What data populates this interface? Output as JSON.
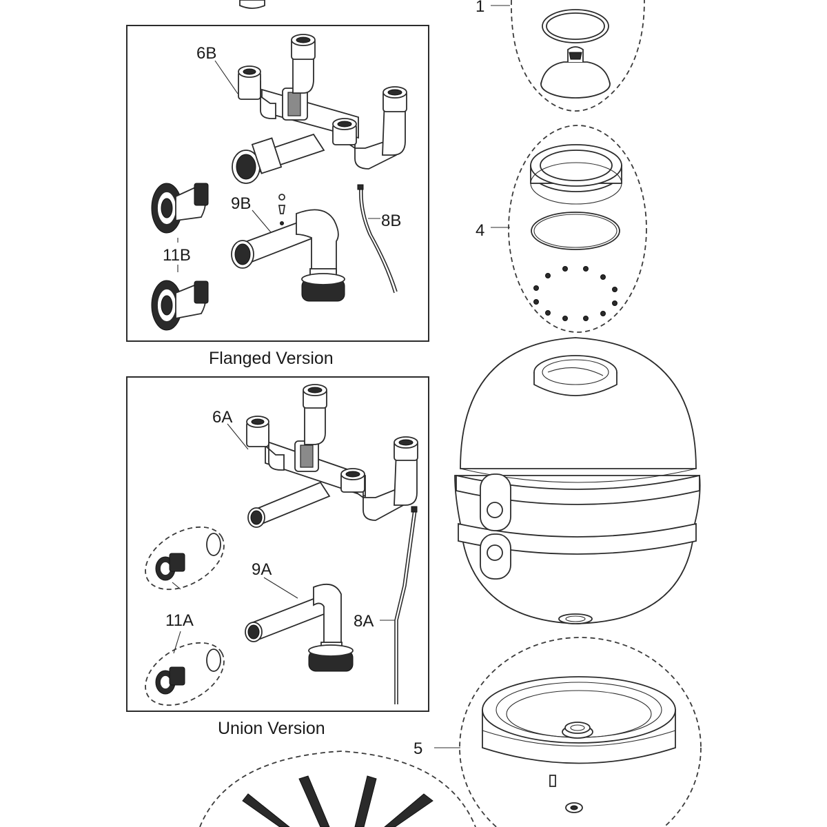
{
  "callouts": {
    "p1": "1",
    "p4": "4",
    "p5": "5",
    "p6b": "6B",
    "p9b": "9B",
    "p8b": "8B",
    "p11b": "11B",
    "p6a": "6A",
    "p9a": "9A",
    "p8a": "8A",
    "p11a": "11A"
  },
  "captions": {
    "flanged": "Flanged Version",
    "union": "Union Version"
  }
}
